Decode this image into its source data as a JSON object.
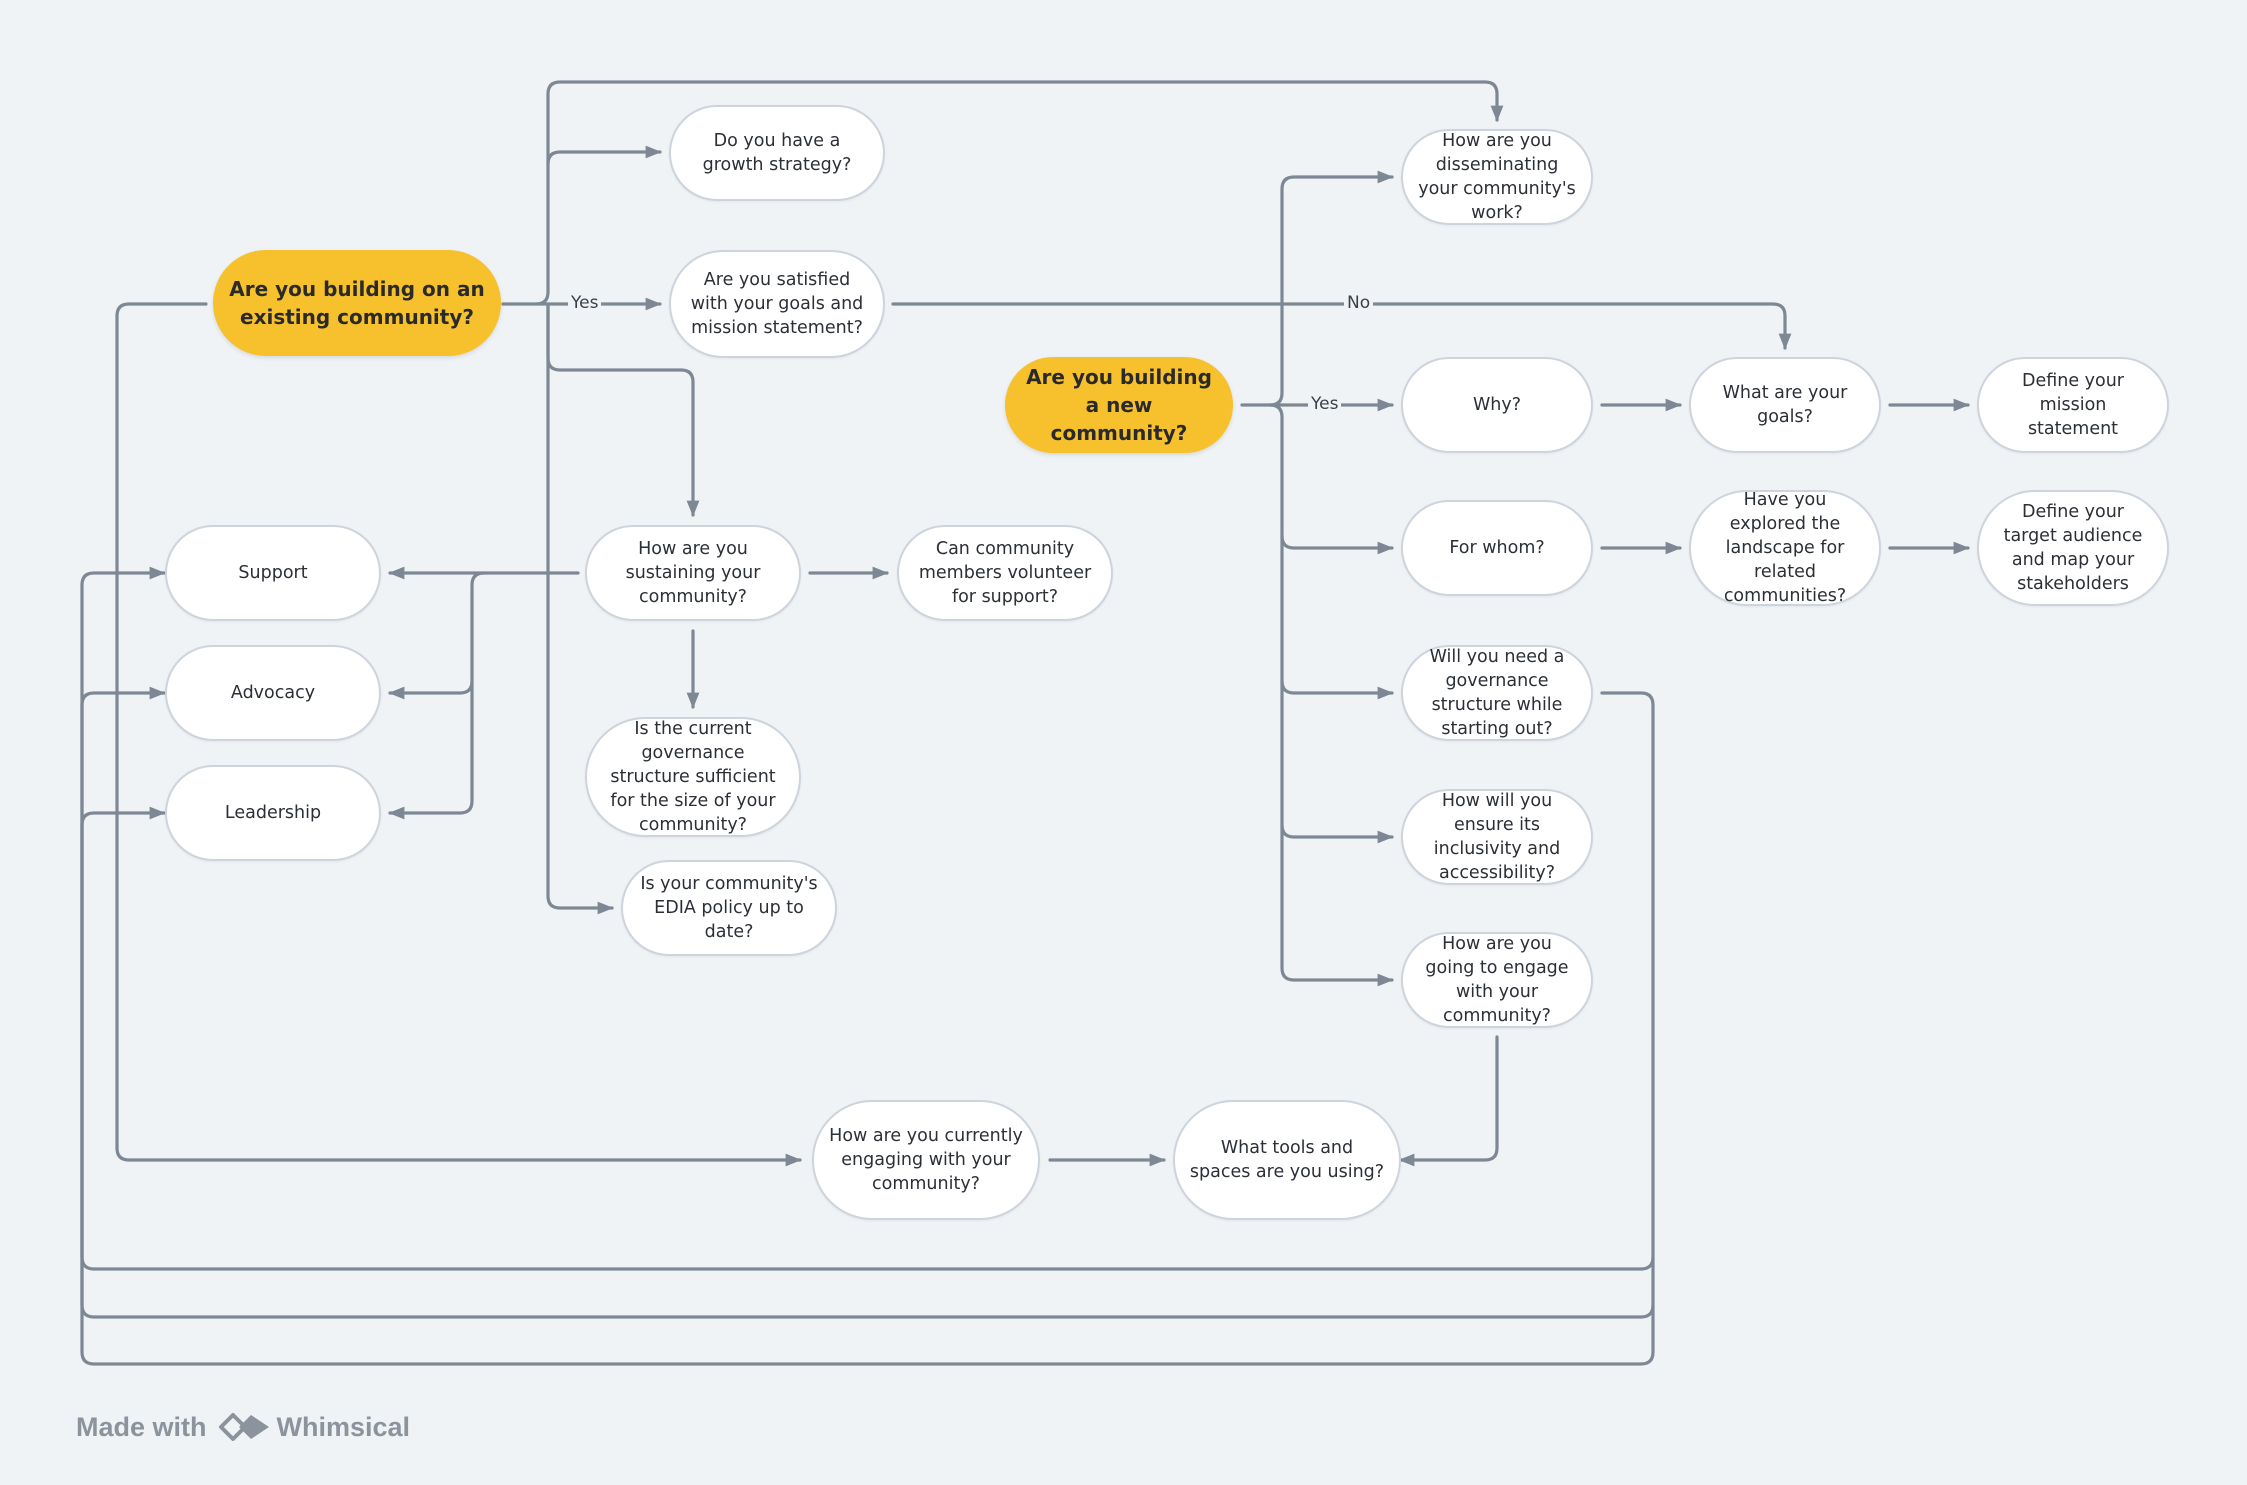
{
  "colors": {
    "background": "#eff3f6",
    "node_fill": "#ffffff",
    "node_border": "#cdd4dc",
    "primary_fill": "#f6c12c",
    "edge": "#7d8894",
    "footer_text": "#8b939c"
  },
  "nodes": {
    "existing": "Are you building on an existing community?",
    "new": "Are you building a new community?",
    "growth": "Do you have a growth strategy?",
    "satisfied": "Are you satisfied with your goals and mission statement?",
    "sustaining": "How are you sustaining your community?",
    "volunteer": "Can community members volunteer for support?",
    "governance_current": "Is the current governance structure sufficient for the size of your community?",
    "edia": "Is your community's EDIA policy up to date?",
    "support": "Support",
    "advocacy": "Advocacy",
    "leadership": "Leadership",
    "engaging_current": "How are you currently engaging with your community?",
    "tools": "What tools and spaces are you using?",
    "disseminating": "How are you disseminating your community's work?",
    "why": "Why?",
    "goals": "What are your goals?",
    "mission": "Define your mission statement",
    "whom": "For whom?",
    "landscape": "Have you explored the landscape for related communities?",
    "audience": "Define your target audience and map your stakeholders",
    "governance_new": "Will you need a governance structure while starting out?",
    "inclusivity": "How will you ensure its inclusivity and accessibility?",
    "engage_new": "How are you going to engage with your community?"
  },
  "edge_labels": {
    "yes_existing": "Yes",
    "yes_new": "Yes",
    "no": "No"
  },
  "footer": {
    "made_with": "Made with",
    "brand": "Whimsical",
    "logo_icon": "whimsical-logo-icon"
  }
}
